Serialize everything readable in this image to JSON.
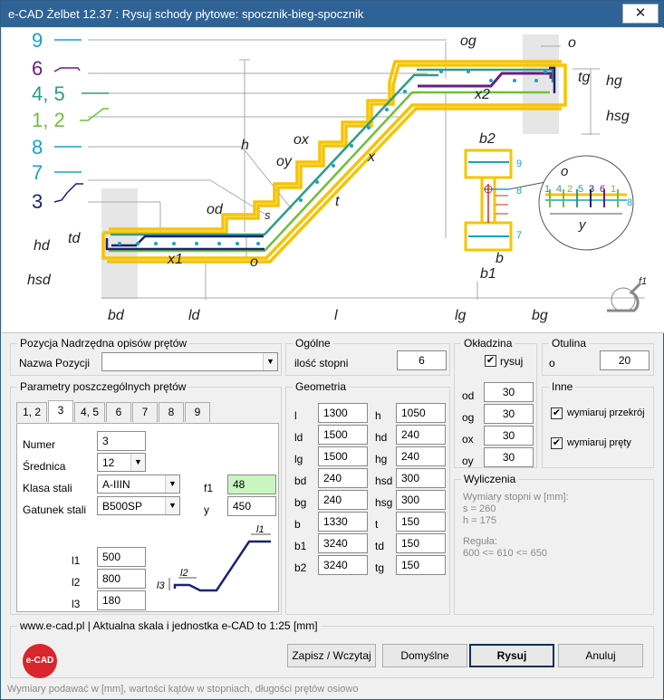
{
  "window": {
    "title": "e-CAD Żelbet 12.37 : Rysuj schody płytowe: spocznik-bieg-spocznik",
    "close": "✕"
  },
  "drawing": {
    "legend": [
      "9",
      "6",
      "4, 5",
      "1, 2",
      "8",
      "7",
      "3"
    ],
    "dims": {
      "og": "og",
      "o": "o",
      "tg": "tg",
      "hg": "hg",
      "hsg": "hsg",
      "x2": "x2",
      "ox": "ox",
      "oy": "oy",
      "x": "x",
      "h": "h",
      "t": "t",
      "s": "s",
      "od": "od",
      "hd": "hd",
      "td": "td",
      "hsd": "hsd",
      "x1": "x1",
      "o2": "o",
      "b2": "b2",
      "b": "b",
      "b1": "b1",
      "f1": "f1",
      "y": "y",
      "bd": "bd",
      "ld": "ld",
      "l": "l",
      "lg": "lg",
      "bg": "bg"
    },
    "section_labels": [
      "9",
      "8",
      "7"
    ],
    "detail_numbers": [
      "1",
      "4",
      "2",
      "5",
      "3",
      "6",
      "1"
    ],
    "detail_side": "8",
    "detail_o": "o",
    "detail_y": "y"
  },
  "colors": {
    "yellow": "#f6c400",
    "purple": "#6b1d82",
    "teal": "#2d9d86",
    "green": "#6fbf3a",
    "cyan": "#1aa2c6",
    "navy": "#1b2370",
    "gray": "#888888",
    "title": "#2f6396"
  },
  "pozycja": {
    "title": "Pozycja Nadrzędna opisów prętów",
    "label": "Nazwa Pozycji",
    "value": ""
  },
  "ogolne": {
    "title": "Ogólne",
    "label": "ilość stopni",
    "value": "6"
  },
  "okladzina": {
    "title": "Okładzina",
    "check": "rysuj",
    "checked": "✔",
    "od": "od",
    "od_v": "30",
    "og": "og",
    "og_v": "30",
    "ox": "ox",
    "ox_v": "30",
    "oy": "oy",
    "oy_v": "30"
  },
  "otulina": {
    "title": "Otulina",
    "label": "o",
    "value": "20"
  },
  "inne": {
    "title": "Inne",
    "c1": "wymiaruj przekrój",
    "c2": "wymiaruj pręty",
    "chk": "✔"
  },
  "parametry": {
    "title": "Parametry poszczególnych prętów",
    "tabs": [
      "1, 2",
      "3",
      "4, 5",
      "6",
      "7",
      "8",
      "9"
    ],
    "numer": "Numer",
    "numer_v": "3",
    "srednica": "Średnica",
    "srednica_v": "12",
    "klasa": "Klasa stali",
    "klasa_v": "A-IIIN",
    "gatunek": "Gatunek stali",
    "gatunek_v": "B500SP",
    "f1": "f1",
    "f1_v": "48",
    "y": "y",
    "y_v": "450",
    "l1": "l1",
    "l1_v": "500",
    "l2": "l2",
    "l2_v": "800",
    "l3": "l3",
    "l3_v": "180",
    "pic": {
      "l1": "l1",
      "l2": "l2",
      "l3": "l3"
    }
  },
  "geometria": {
    "title": "Geometria",
    "left": [
      [
        "l",
        "1300"
      ],
      [
        "ld",
        "1500"
      ],
      [
        "lg",
        "1500"
      ],
      [
        "bd",
        "240"
      ],
      [
        "bg",
        "240"
      ],
      [
        "b",
        "1330"
      ],
      [
        "b1",
        "3240"
      ],
      [
        "b2",
        "3240"
      ]
    ],
    "right": [
      [
        "h",
        "1050"
      ],
      [
        "hd",
        "240"
      ],
      [
        "hg",
        "240"
      ],
      [
        "hsd",
        "300"
      ],
      [
        "hsg",
        "300"
      ],
      [
        "t",
        "150"
      ],
      [
        "td",
        "150"
      ],
      [
        "tg",
        "150"
      ]
    ]
  },
  "wyliczenia": {
    "title": "Wyliczenia",
    "l1": "Wymiary stopni w [mm]:",
    "l2": "s = 260",
    "l3": "h = 175",
    "l4": "Reguła:",
    "l5": "600 <= 610 <= 650"
  },
  "footer": {
    "www": "www.e-cad.pl | Aktualna skala i jednostka e-CAD to 1:25 [mm]",
    "logo": "e-CAD",
    "b1": "Zapisz / Wczytaj",
    "b2": "Domyślne",
    "b3": "Rysuj",
    "b4": "Anuluj",
    "status": "Wymiary podawać w [mm], wartości kątów w stopniach, długości prętów osiowo"
  }
}
